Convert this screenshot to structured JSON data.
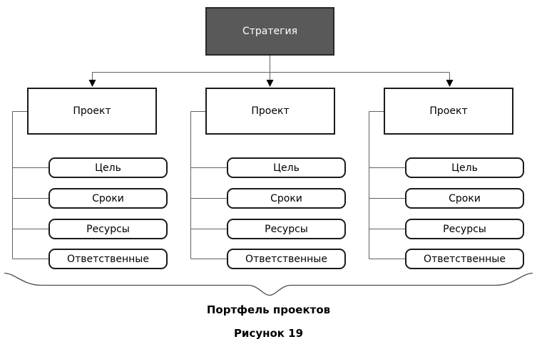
{
  "root": {
    "label": "Стратегия"
  },
  "columns": [
    {
      "project": "Проект",
      "attributes": [
        "Цель",
        "Сроки",
        "Ресурсы",
        "Ответственные"
      ]
    },
    {
      "project": "Проект",
      "attributes": [
        "Цель",
        "Сроки",
        "Ресурсы",
        "Ответственные"
      ]
    },
    {
      "project": "Проект",
      "attributes": [
        "Цель",
        "Сроки",
        "Ресурсы",
        "Ответственные"
      ]
    }
  ],
  "brace_label": "Портфель проектов",
  "caption": "Рисунок 19",
  "icons": {
    "arrow": "arrow-down-icon",
    "brace": "curly-brace-icon"
  },
  "colors": {
    "root_fill": "#595959",
    "root_border": "#262626",
    "root_text": "#ffffff",
    "node_fill": "#ffffff",
    "node_border": "#1a1a1a",
    "node_text": "#000000",
    "connector": "#616161",
    "arrow": "#000000",
    "brace": "#4d4d4d",
    "background": "#ffffff"
  }
}
